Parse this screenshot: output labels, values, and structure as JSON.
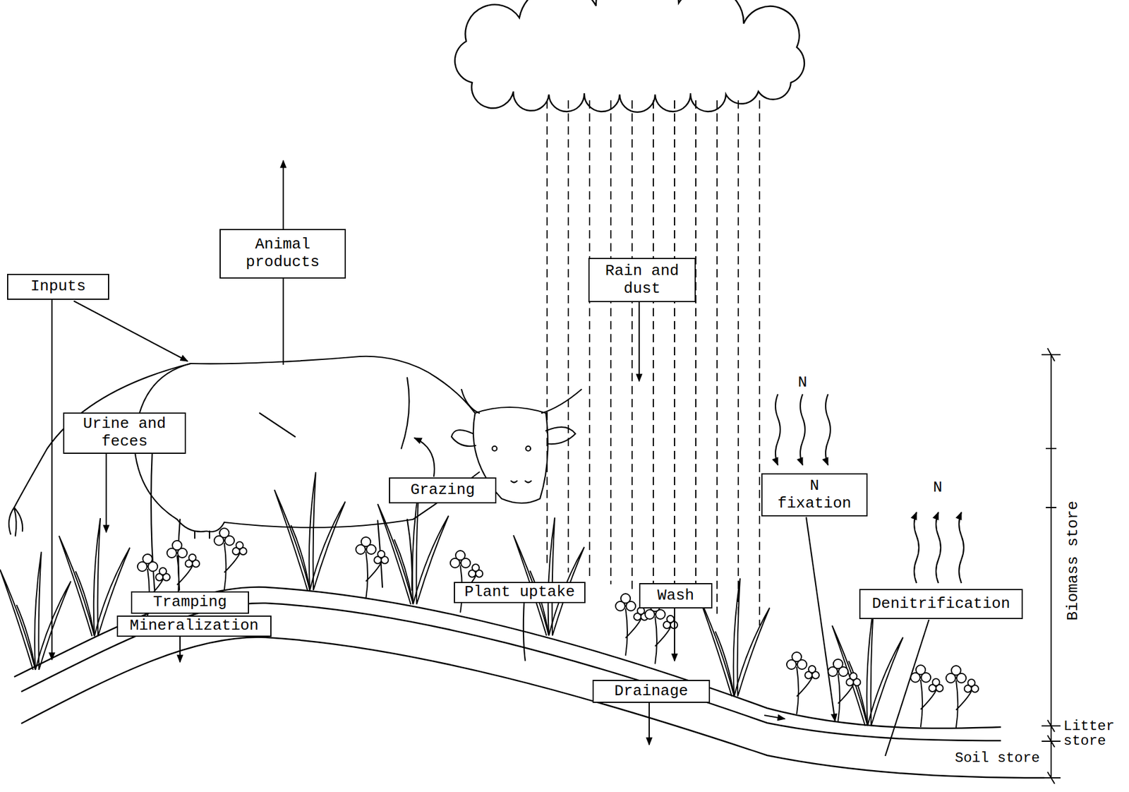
{
  "diagram": {
    "nodes": [
      {
        "text": [
          "Animal products"
        ]
      },
      {
        "text": [
          "Rain and dust"
        ]
      },
      {
        "text": [
          "Inputs"
        ]
      },
      {
        "text": [
          "Urine and feces"
        ]
      },
      {
        "text": [
          "N fixation"
        ]
      },
      {
        "text": [
          "Grazing"
        ]
      },
      {
        "text": [
          "Plant uptake"
        ]
      },
      {
        "text": [
          "Wash"
        ]
      },
      {
        "text": [
          "Denitrification"
        ]
      },
      {
        "text": [
          "Tramping"
        ]
      },
      {
        "text": [
          "Mineralization"
        ]
      },
      {
        "text": [
          "Drainage"
        ]
      }
    ],
    "labels": [
      "N",
      "N",
      "Biomass store",
      "Litter store",
      "Soil store"
    ]
  }
}
